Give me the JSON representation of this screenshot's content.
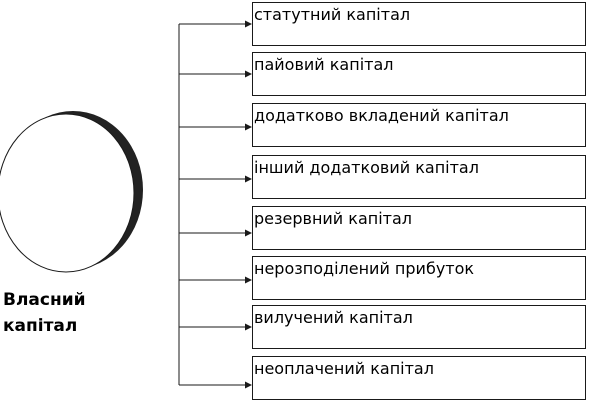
{
  "root": {
    "label_line1": "Власний",
    "label_line2": "капітал"
  },
  "items": [
    {
      "label": "статутний капітал"
    },
    {
      "label": "пайовий капітал"
    },
    {
      "label": "додатково вкладений капітал"
    },
    {
      "label": "інший додатковий капітал"
    },
    {
      "label": "резервний капітал"
    },
    {
      "label": "нерозподілений прибуток"
    },
    {
      "label": "вилучений капітал"
    },
    {
      "label": "неоплачений капітал"
    }
  ],
  "colors": {
    "line": "#1a1a1a",
    "box_border": "#1a1a1a",
    "ellipse_shadow": "#222222",
    "background": "#ffffff"
  }
}
